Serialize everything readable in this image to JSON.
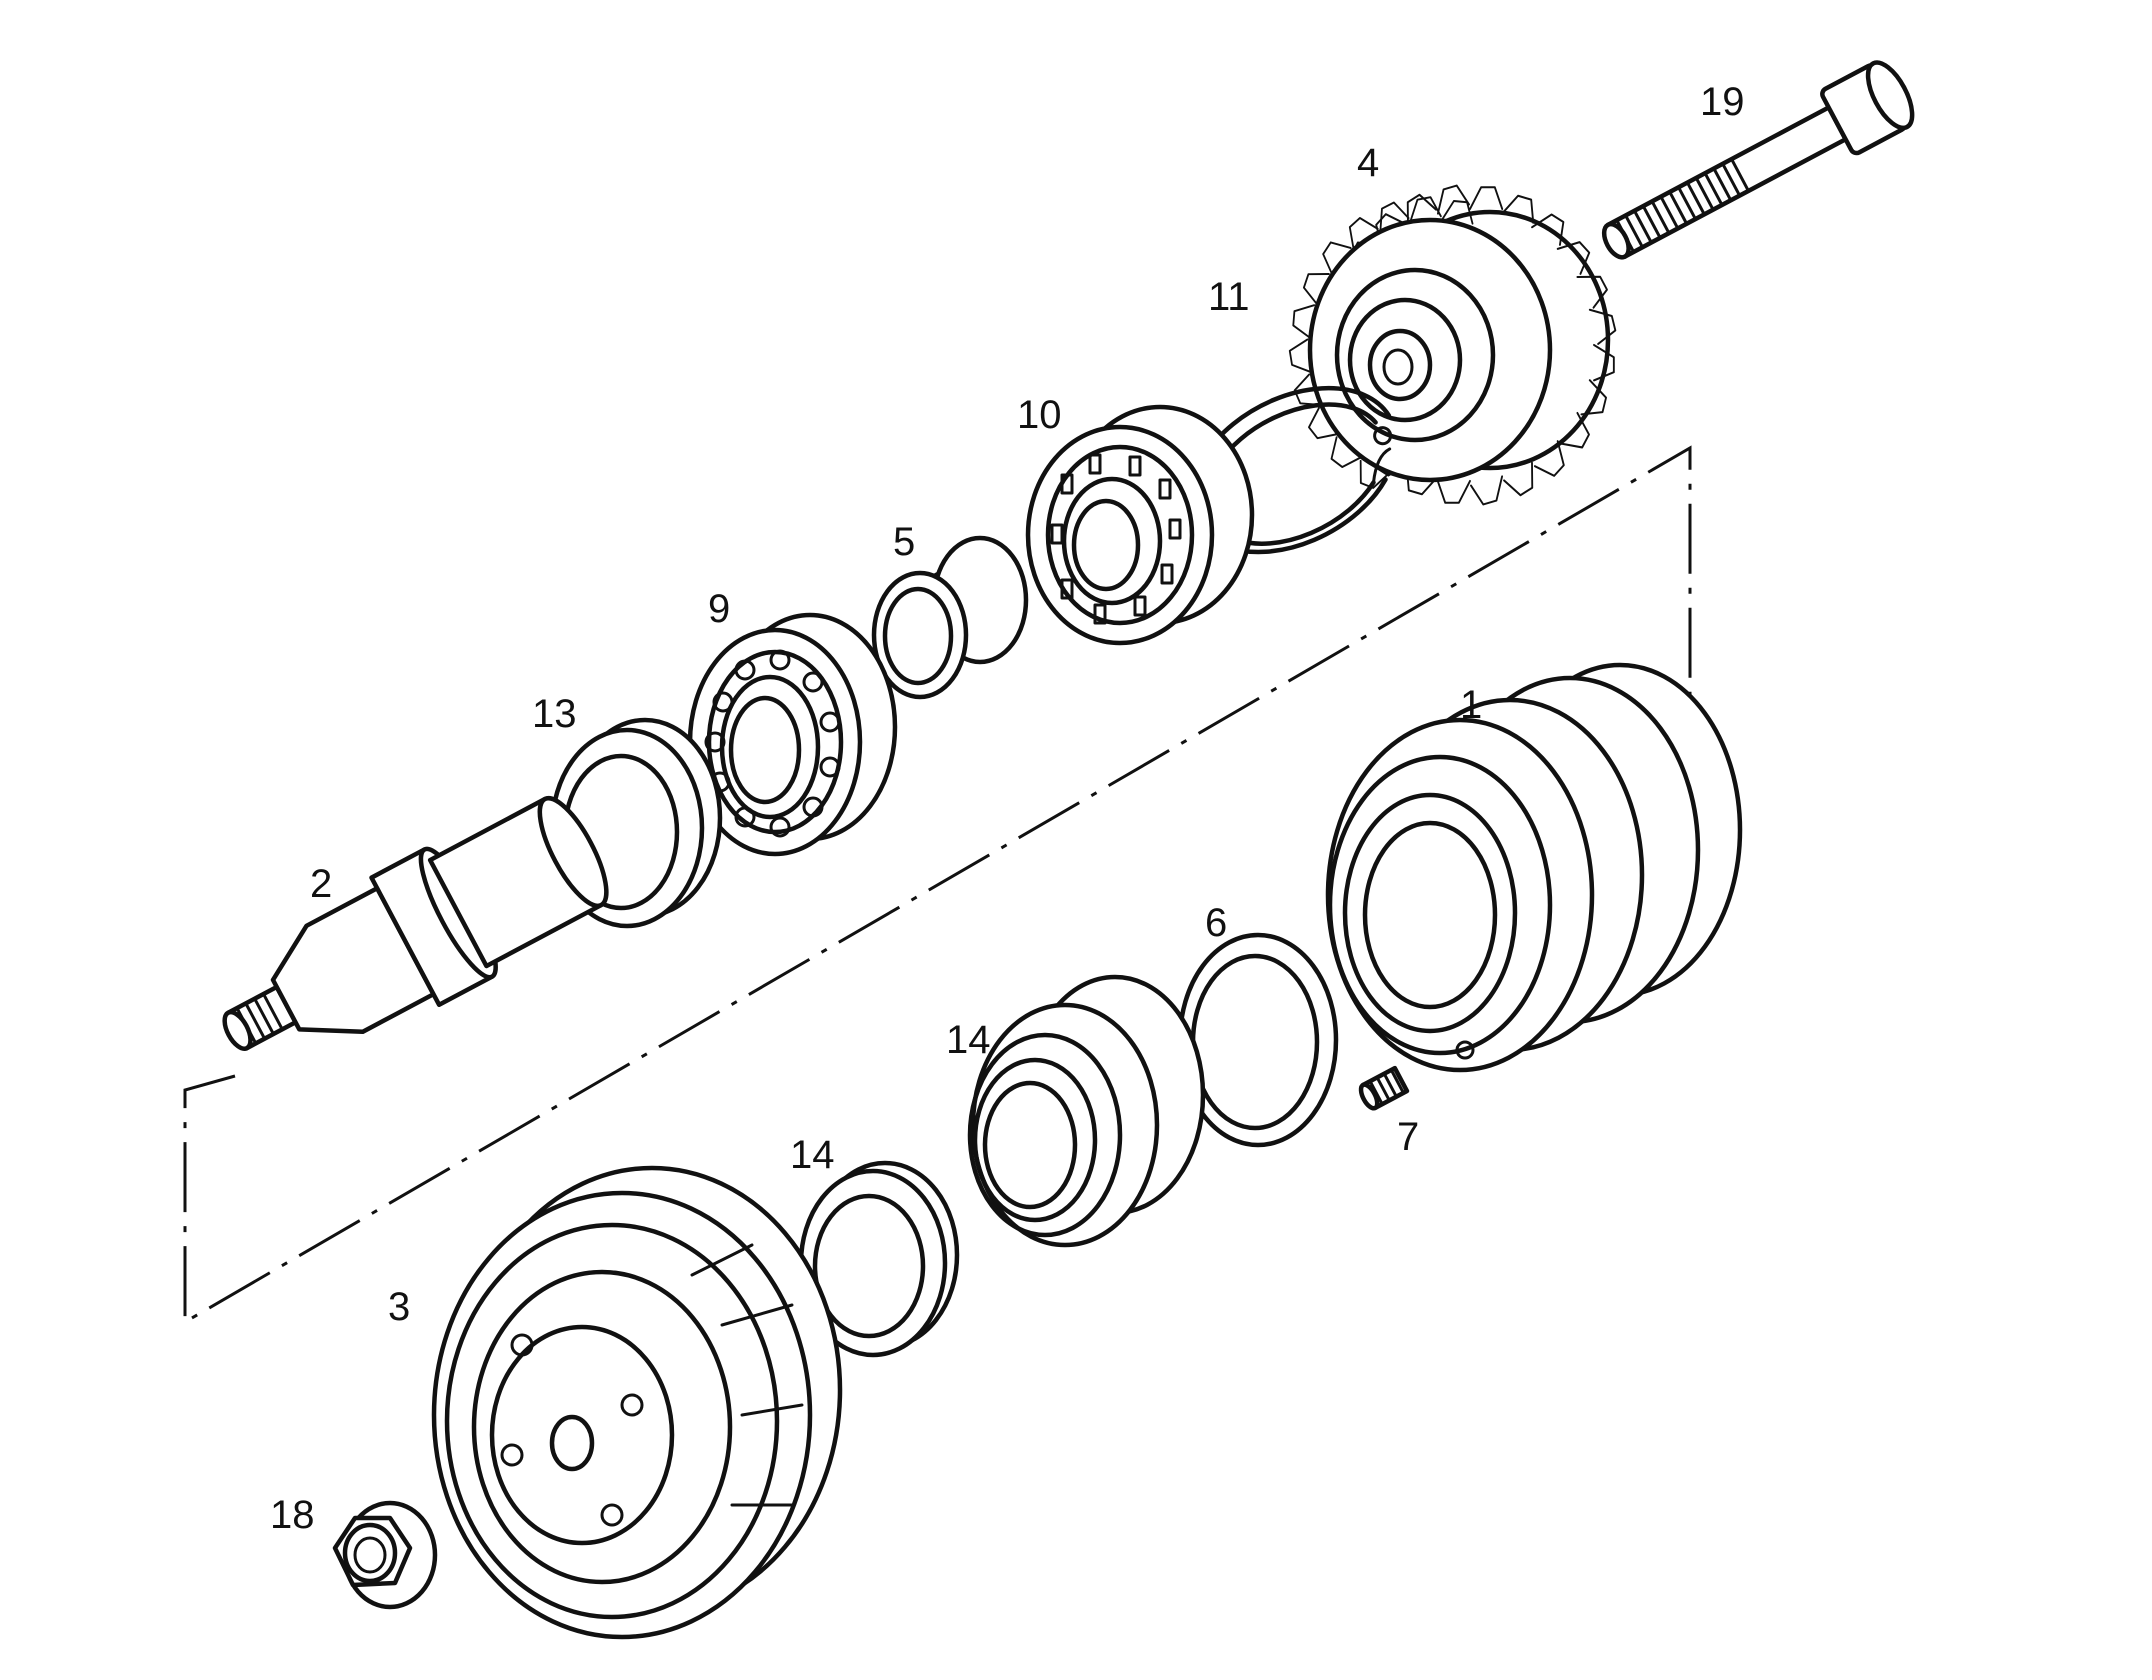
{
  "labels": {
    "p1": "1",
    "p2": "2",
    "p3": "3",
    "p4": "4",
    "p5": "5",
    "p6": "6",
    "p7": "7",
    "p9": "9",
    "p10": "10",
    "p11": "11",
    "p13": "13",
    "p14a": "14",
    "p14b": "14",
    "p18": "18",
    "p19": "19"
  }
}
